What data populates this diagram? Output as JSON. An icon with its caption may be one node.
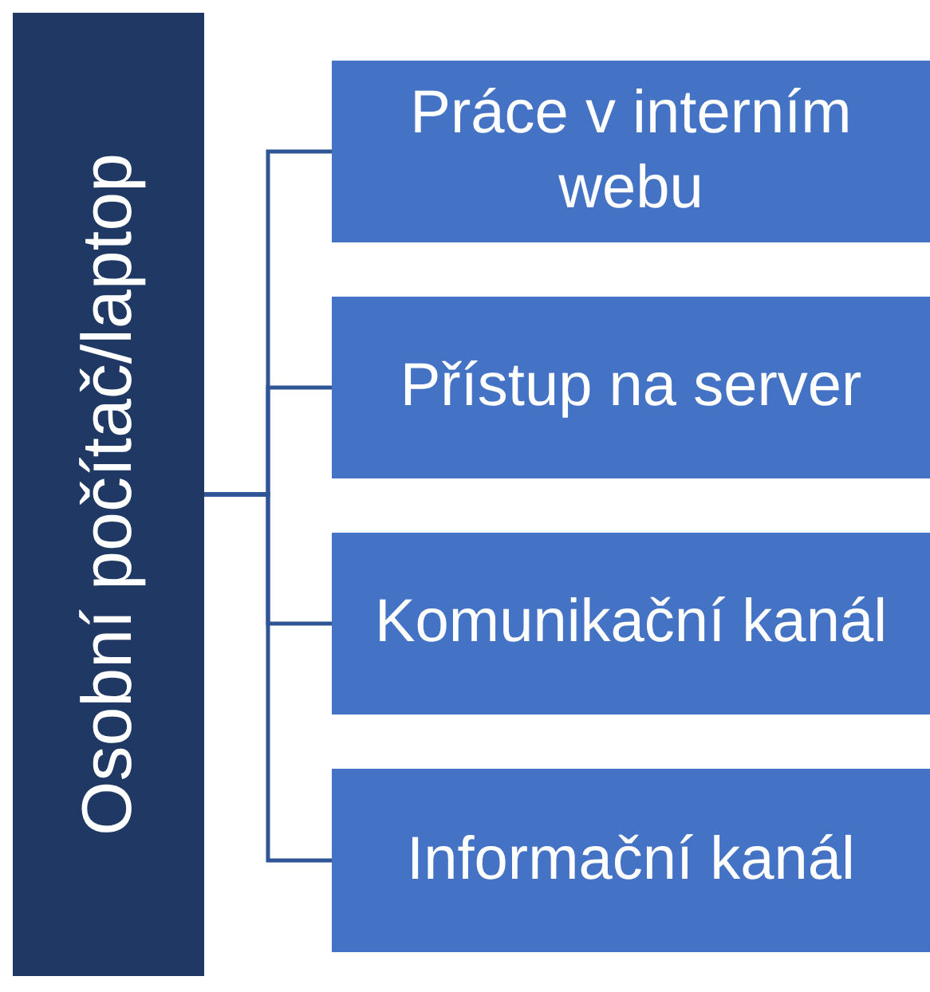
{
  "diagram": {
    "nodes": [
      {
        "text": [
          "Osobní počítač/laptop"
        ]
      },
      {
        "text": [
          "Práce v interním webu"
        ]
      },
      {
        "text": [
          "Přístup na server"
        ]
      },
      {
        "text": [
          "Komunikační kanál"
        ]
      },
      {
        "text": [
          "Informační kanál"
        ]
      }
    ],
    "edges": [
      {
        "from": 0,
        "to": 1,
        "arrow": "none"
      },
      {
        "from": 0,
        "to": 2,
        "arrow": "none"
      },
      {
        "from": 0,
        "to": 3,
        "arrow": "none"
      },
      {
        "from": 0,
        "to": 4,
        "arrow": "none"
      }
    ]
  }
}
